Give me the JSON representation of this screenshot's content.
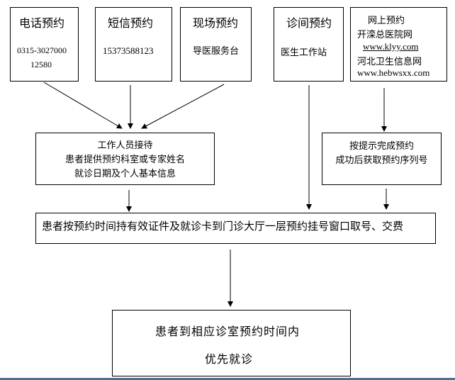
{
  "diagram": {
    "title": "预约挂号流程",
    "channels": [
      {
        "id": "phone",
        "title": "电话预约",
        "lines": [
          "0315-3027000",
          "12580"
        ]
      },
      {
        "id": "sms",
        "title": "短信预约",
        "lines": [
          "15373588123"
        ]
      },
      {
        "id": "onsite",
        "title": "现场预约",
        "lines": [
          "导医服务台"
        ]
      },
      {
        "id": "clinic",
        "title": "诊间预约",
        "lines": [
          "医生工作站"
        ]
      },
      {
        "id": "online",
        "title": "网上预约",
        "lines": [
          "开滦总医院网",
          "www.klyy.com",
          "河北卫生信息网",
          "www.hebwsxx.com"
        ]
      }
    ],
    "staff_box": {
      "lines": [
        "工作人员接待",
        "患者提供预约科室或专家姓名",
        "就诊日期及个人基本信息"
      ]
    },
    "online_result_box": {
      "lines": [
        "按提示完成预约",
        "成功后获取预约序列号"
      ]
    },
    "checkin_box": {
      "text": "患者按预约时间持有效证件及就诊卡到门诊大厅一层预约挂号窗口取号、交费"
    },
    "final_box": {
      "lines": [
        "患者到相应诊室预约时间内",
        "优先就诊"
      ]
    },
    "edges": [
      {
        "from": "phone",
        "to": "staff_box"
      },
      {
        "from": "sms",
        "to": "staff_box"
      },
      {
        "from": "onsite",
        "to": "staff_box"
      },
      {
        "from": "online",
        "to": "online_result_box"
      },
      {
        "from": "staff_box",
        "to": "checkin_box"
      },
      {
        "from": "clinic",
        "to": "checkin_box"
      },
      {
        "from": "online_result_box",
        "to": "checkin_box"
      },
      {
        "from": "checkin_box",
        "to": "final_box"
      }
    ]
  }
}
